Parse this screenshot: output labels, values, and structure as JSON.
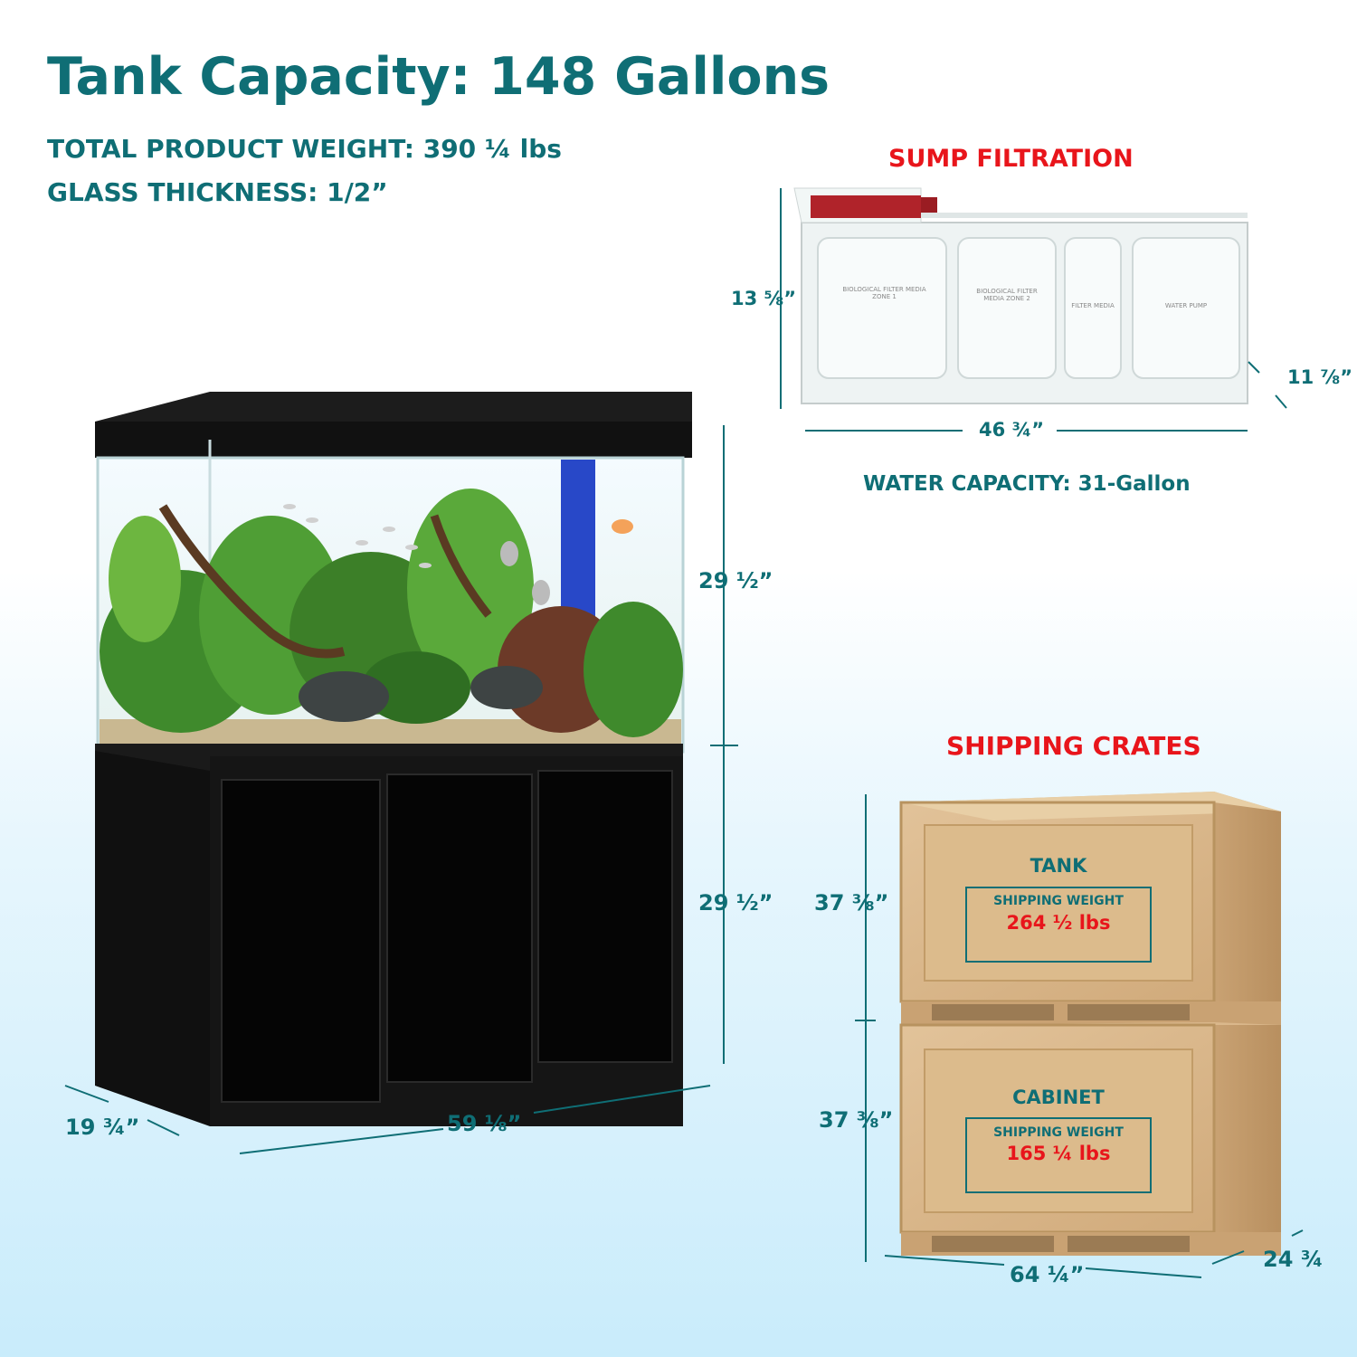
{
  "header": {
    "title": "Tank Capacity: 148 Gallons",
    "total_weight": "TOTAL PRODUCT WEIGHT: 390 ¼ lbs",
    "glass_thickness": "GLASS THICKNESS: 1/2”"
  },
  "aquarium": {
    "tank_height": "29 ½”",
    "cabinet_height": "29 ½”",
    "width": "59 ⅛”",
    "depth": "19 ¾”"
  },
  "sump": {
    "heading": "SUMP FILTRATION",
    "height": "13 ⅝”",
    "width": "46 ¾”",
    "depth": "11 ⅞”",
    "water_capacity": "WATER CAPACITY: 31-Gallon",
    "zones": [
      "BIOLOGICAL FILTER MEDIA ZONE 1",
      "BIOLOGICAL FILTER MEDIA ZONE 2",
      "FILTER MEDIA",
      "WATER PUMP"
    ]
  },
  "crates": {
    "heading": "SHIPPING CRATES",
    "tank_label": "TANK",
    "tank_weight_label": "SHIPPING WEIGHT",
    "tank_weight": "264 ½ lbs",
    "cabinet_label": "CABINET",
    "cabinet_weight_label": "SHIPPING WEIGHT",
    "cabinet_weight": "165 ¼ lbs",
    "tank_crate_height": "37 ⅜”",
    "cabinet_crate_height": "37 ⅜”",
    "width": "64 ¼”",
    "depth": "24 ¾"
  },
  "colors": {
    "accent": "#0f6e75",
    "highlight": "#e8151b",
    "crate_wood": "#d9b88c",
    "cabinet": "#141414"
  }
}
